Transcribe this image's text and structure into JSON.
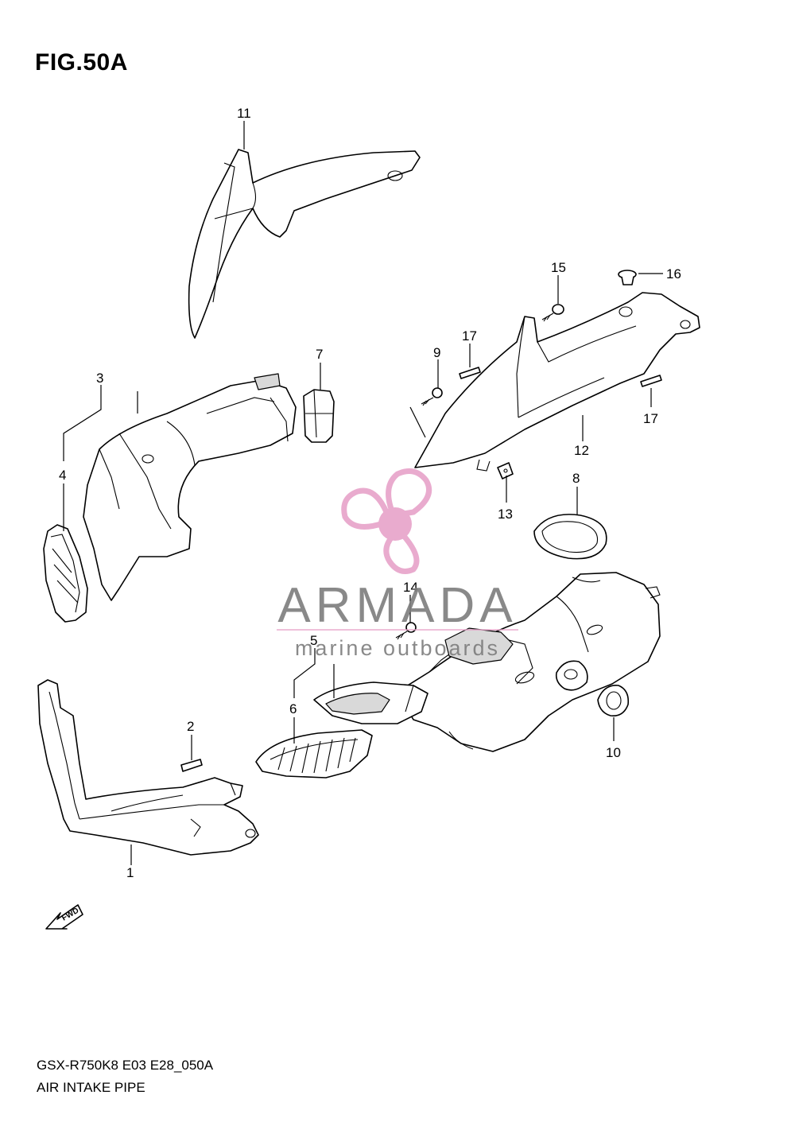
{
  "figure": {
    "title": "FIG.50A",
    "model_code": "GSX-R750K8 E03 E28_050A",
    "name": "AIR INTAKE PIPE"
  },
  "callouts": [
    "11",
    "7",
    "3",
    "4",
    "15",
    "16",
    "17",
    "9",
    "17",
    "12",
    "13",
    "8",
    "14",
    "5",
    "6",
    "2",
    "10",
    "1"
  ],
  "fwd_label": "FWD",
  "watermark": {
    "brand": "ARMADA",
    "tagline": "marine outboards",
    "color": "#e7a3c9",
    "text_color": "#7d7d7d"
  }
}
